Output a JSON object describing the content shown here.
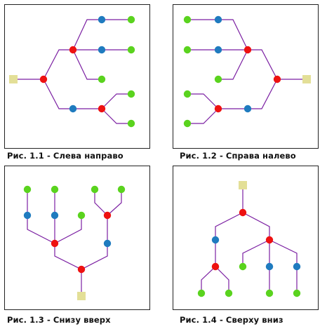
{
  "colors": {
    "edge": "#7b1fa2",
    "root": "#e3df97",
    "internal": "#ee1111",
    "branch": "#1f7bbf",
    "leaf": "#5ad31e"
  },
  "figures": [
    {
      "caption": "Рис. 1.1 - Слева направо"
    },
    {
      "caption": "Рис. 1.2 - Справа налево"
    },
    {
      "caption": "Рис. 1.3 - Снизу вверх"
    },
    {
      "caption": "Рис. 1.4 - Сверху вниз"
    }
  ]
}
